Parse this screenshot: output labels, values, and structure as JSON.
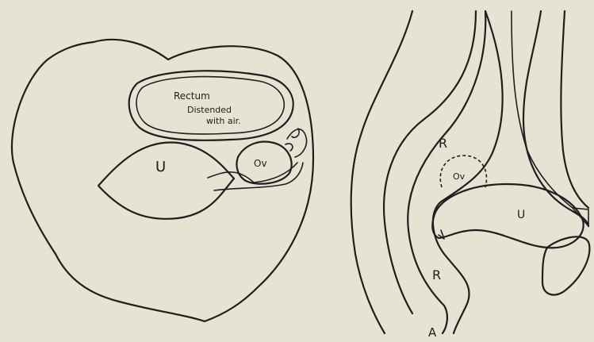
{
  "left_figure": {
    "rectum_label_line1": "Rectum",
    "rectum_label_line2": "Distended",
    "rectum_label_line3": "with air.",
    "uterus_label": "U",
    "ovary_label": "Ov"
  },
  "right_figure": {
    "rectum_upper_label": "R",
    "rectum_lower_label": "R",
    "ovary_label": "Ov",
    "uterus_label": "U",
    "anus_label": "A"
  }
}
